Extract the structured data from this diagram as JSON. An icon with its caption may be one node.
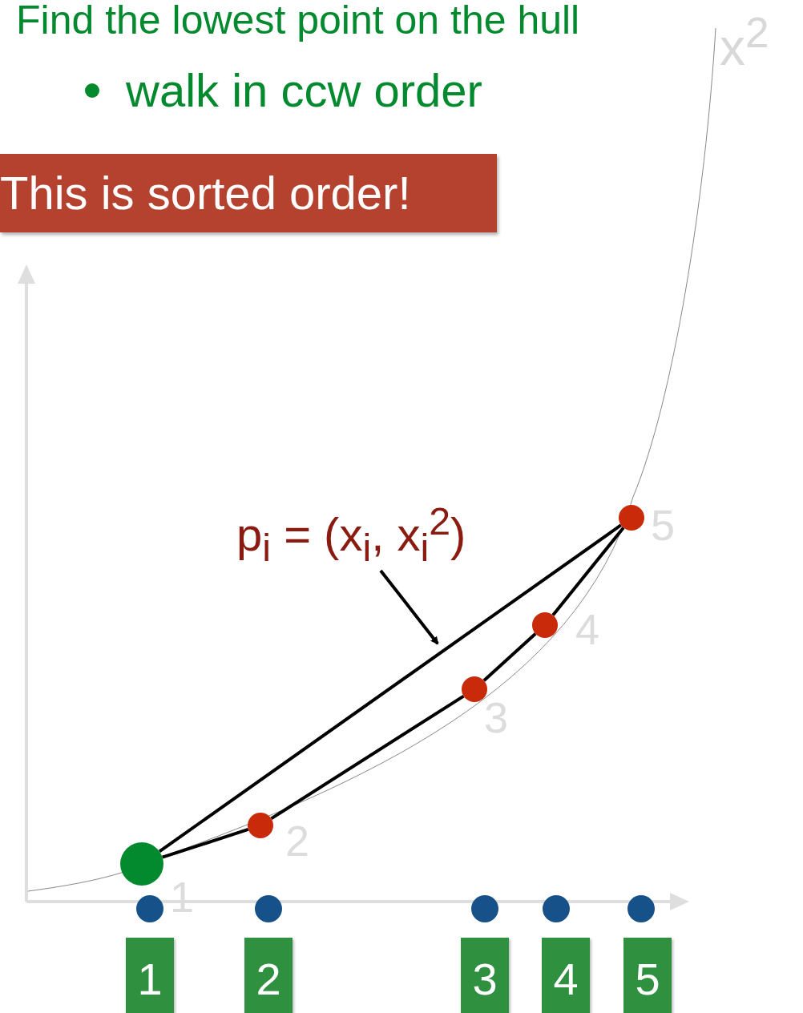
{
  "diagram": {
    "nodes": [
      {
        "text": [
          "This is sorted order!"
        ]
      },
      {
        "text": [
          "p$_{i}$ = (x$_{i}$, x$_{i}$$^{2}$)"
        ]
      },
      {
        "text": [],
        "shape": "circle",
        "beside": [
          "1"
        ]
      },
      {
        "text": [],
        "shape": "circle",
        "beside": [
          "2"
        ]
      },
      {
        "text": [],
        "shape": "circle",
        "beside": [
          "3"
        ]
      },
      {
        "text": [],
        "shape": "circle",
        "beside": [
          "4"
        ]
      },
      {
        "text": [],
        "shape": "circle",
        "beside": [
          "5"
        ]
      },
      {
        "text": [
          "1"
        ]
      },
      {
        "text": [
          "2"
        ]
      },
      {
        "text": [
          "3"
        ]
      },
      {
        "text": [
          "4"
        ]
      },
      {
        "text": [
          "5"
        ]
      }
    ],
    "edges": [
      {
        "from": 1,
        "to": null,
        "arrow": "to"
      },
      {
        "from": 2,
        "to": 6,
        "arrow": "none"
      },
      {
        "from": 2,
        "to": 3,
        "arrow": "none"
      },
      {
        "from": 3,
        "to": 4,
        "arrow": "none"
      },
      {
        "from": 4,
        "to": 5,
        "arrow": "none"
      },
      {
        "from": 5,
        "to": 6,
        "arrow": "none"
      }
    ],
    "labels": [
      "Find the lowest point on the hull",
      "walk in ccw order",
      "x$^{2}$"
    ]
  }
}
